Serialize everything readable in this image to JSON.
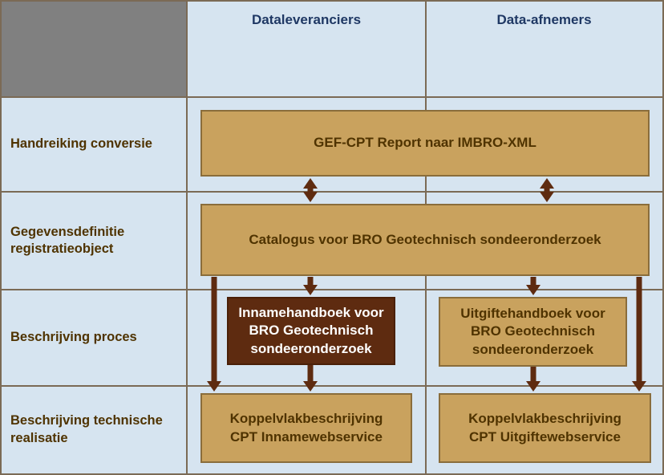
{
  "diagram": {
    "column_headers": [
      {
        "label": "Dataleveranciers"
      },
      {
        "label": "Data-afnemers"
      }
    ],
    "row_headers": [
      {
        "label": "Handreiking conversie"
      },
      {
        "label": "Gegevensdefinitie registratieobject"
      },
      {
        "label": "Beschrijving proces"
      },
      {
        "label": "Beschrijving technische realisatie"
      }
    ],
    "boxes": {
      "gef_cpt": {
        "label": "GEF-CPT Report naar IMBRO-XML"
      },
      "catalogus": {
        "label": "Catalogus voor BRO Geotechnisch sondeeronderzoek"
      },
      "innamehandboek": {
        "label": "Innamehandboek voor BRO Geotechnisch sondeeronderzoek"
      },
      "uitgiftehandboek": {
        "label": "Uitgiftehandboek voor BRO Geotechnisch sondeeronderzoek"
      },
      "koppelvlak_inname": {
        "label": "Koppelvlakbeschrijving CPT Innamewebservice"
      },
      "koppelvlak_uitgifte": {
        "label": "Koppelvlakbeschrijving CPT Uitgiftewebservice"
      }
    },
    "colors": {
      "background": "#d6e4f0",
      "grid_line": "#7b6a55",
      "corner_fill": "#808080",
      "header_text": "#1f3864",
      "row_label_text": "#4f3300",
      "box_fill": "#c9a25e",
      "box_border": "#8a6d3b",
      "box_text": "#4f3300",
      "dark_box_fill": "#5e2b10",
      "dark_box_text": "#ffffff",
      "arrow": "#5e2b10"
    }
  }
}
